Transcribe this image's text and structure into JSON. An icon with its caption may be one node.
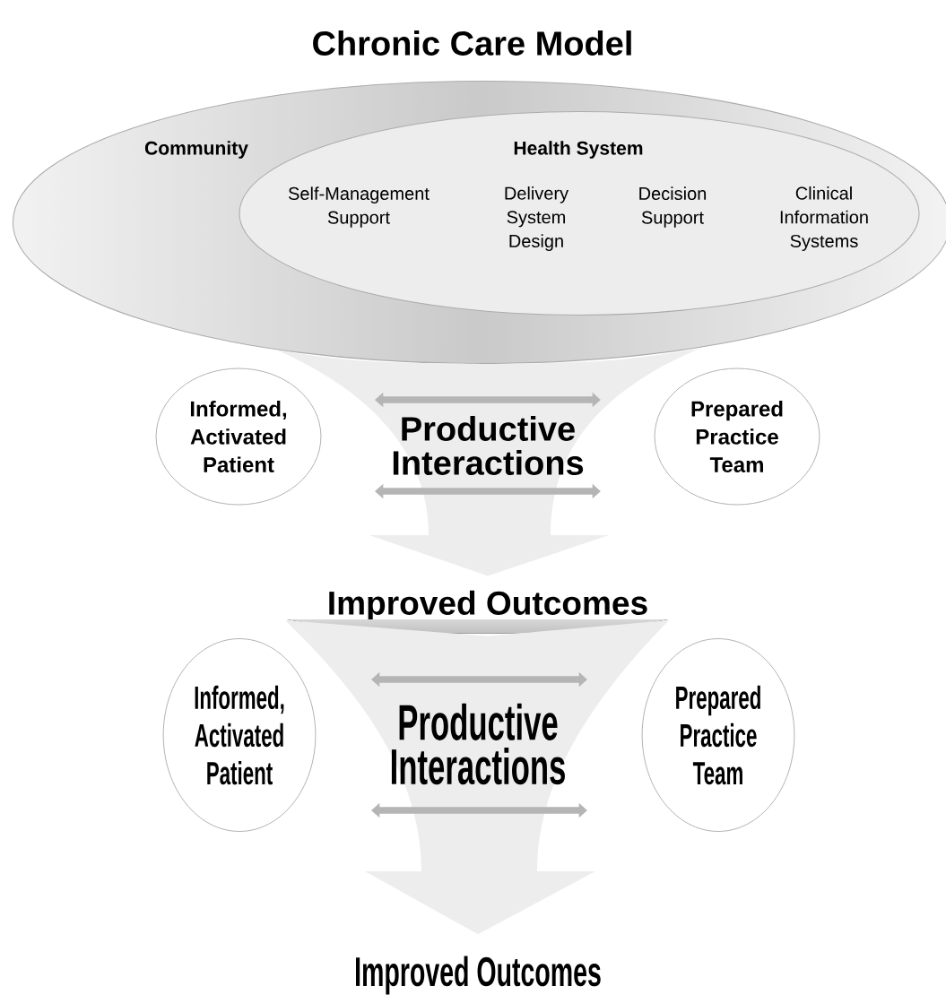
{
  "diagram": {
    "title": "Chronic Care Model",
    "nodes": [
      {
        "text": [
          "Community"
        ]
      },
      {
        "text": [
          "Health System",
          "Self-Management Support",
          "Delivery System Design",
          "Decision Support",
          "Clinical Information Systems"
        ],
        "in": 0
      },
      {
        "text": [
          "Informed, Activated Patient"
        ]
      },
      {
        "text": [
          "Prepared Practice Team"
        ]
      },
      {
        "text": [
          "Improved Outcomes"
        ]
      },
      {
        "text": [
          "Informed, Activated Patient"
        ]
      },
      {
        "text": [
          "Prepared Practice Team"
        ]
      },
      {
        "text": [
          "Improved Outcomes"
        ]
      }
    ],
    "edges": [
      {
        "from": 0,
        "to": 4,
        "arrow": "to"
      },
      {
        "from": 4,
        "to": 7,
        "arrow": "to"
      }
    ],
    "labels": [
      "Productive Interactions",
      "Productive Interactions"
    ]
  }
}
